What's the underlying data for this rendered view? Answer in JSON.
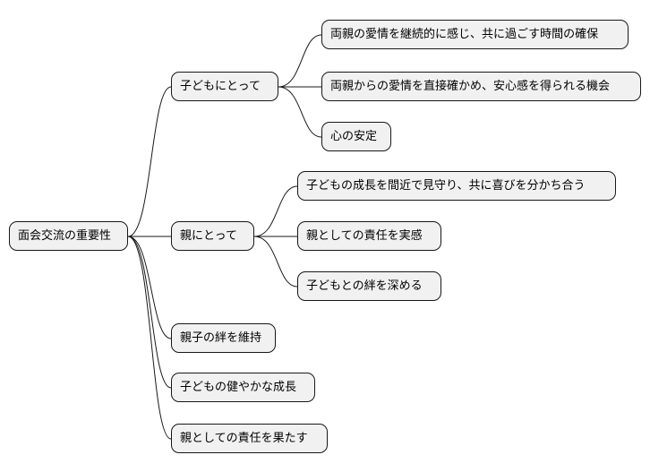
{
  "mindmap": {
    "root": "面会交流の重要性",
    "branches": [
      {
        "label": "子どもにとって",
        "children": [
          "両親の愛情を継続的に感じ、共に過ごす時間の確保",
          "両親からの愛情を直接確かめ、安心感を得られる機会",
          "心の安定"
        ]
      },
      {
        "label": "親にとって",
        "children": [
          "子どもの成長を間近で見守り、共に喜びを分かち合う",
          "親としての責任を実感",
          "子どもとの絆を深める"
        ]
      },
      {
        "label": "親子の絆を維持",
        "children": []
      },
      {
        "label": "子どもの健やかな成長",
        "children": []
      },
      {
        "label": "親としての責任を果たす",
        "children": []
      }
    ]
  }
}
